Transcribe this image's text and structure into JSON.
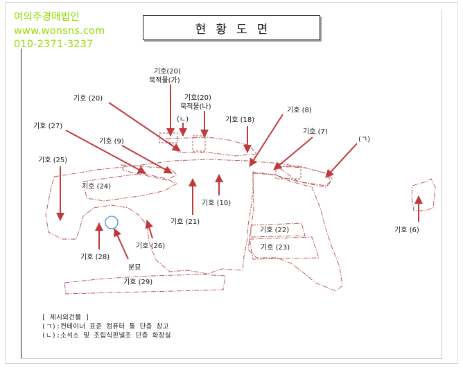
{
  "watermark": {
    "company": "여의주경매법인",
    "website": "www.wonsns.com",
    "phone": "010-2371-3237"
  },
  "title": "현황도면",
  "labels": {
    "l20_top": "기호(20)",
    "l20_top_sub": "묵적물(가)",
    "l20_mid": "기호(20)",
    "l20_mid_sub": "묵적물(나)",
    "l20_left": "기호 (20)",
    "l_nieun": "(ㄴ)",
    "l18": "기호 (18)",
    "l8": "기호 (8)",
    "l27": "기호 (27)",
    "l9": "기호 (9)",
    "l7": "기호 (7)",
    "l_giyeok": "(ㄱ)",
    "l25": "기호 (25)",
    "l24": "기호 (24)",
    "l10": "기호 (10)",
    "l21": "기호 (21)",
    "l22": "기호 (22)",
    "l6": "기호 (6)",
    "l26": "기호 (26)",
    "l23": "기호 (23)",
    "l28": "기호 (28)",
    "grave": "분묘",
    "l29": "기호 (29)"
  },
  "notes": {
    "header": "[ 제시외건물 ]",
    "line1": "(ㄱ):컨테이너 표준 컴퓨터 통 단층 창고",
    "line2": "(ㄴ):소석소 및 조립식판넬조 단층 화장실"
  },
  "colors": {
    "watermark": "#8ee000",
    "arrow": "#c0393b",
    "boundary": "#b04a4a",
    "circle": "#4a8fd8"
  }
}
